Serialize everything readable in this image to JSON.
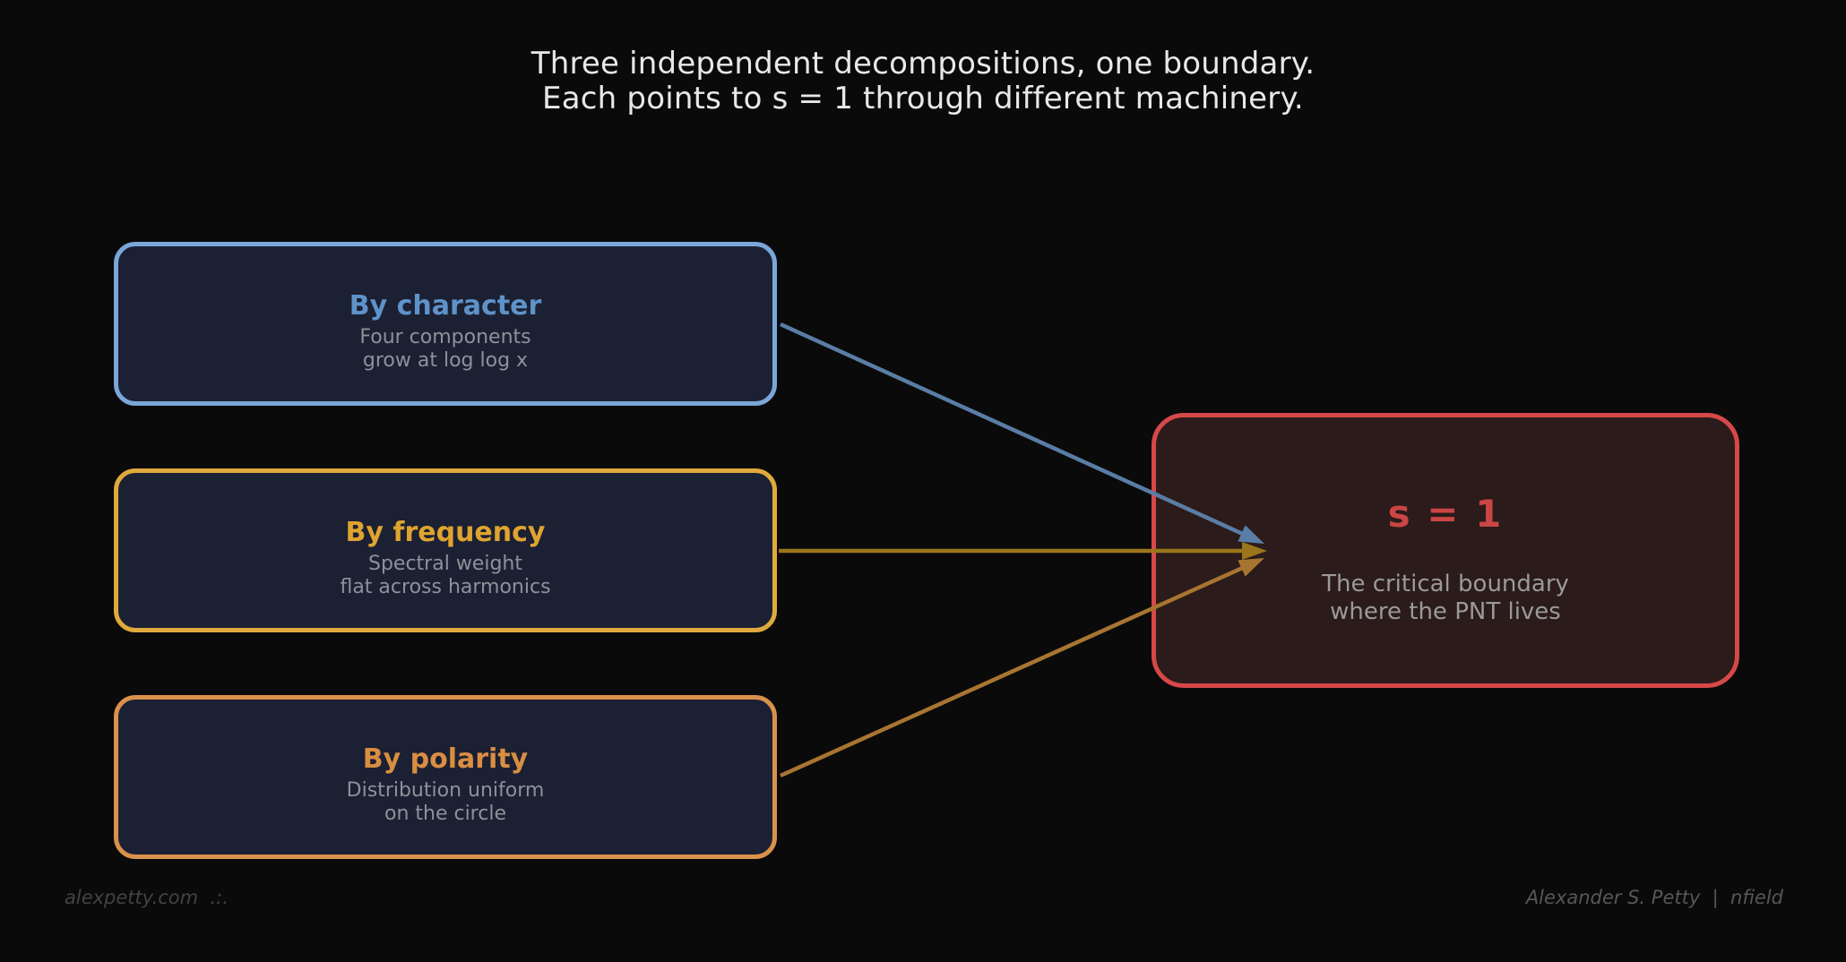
{
  "background": "#0a0a0b",
  "title": {
    "line1": "Three independent decompositions, one boundary.",
    "line2": "Each points to s = 1 through different machinery."
  },
  "nodes": [
    {
      "id": "character",
      "title": "By character",
      "desc_line1": "Four components",
      "desc_line2": "grow at log log x",
      "border_color": "#7aa6d8",
      "title_color": "#5e93c9",
      "fill": "#1c2033"
    },
    {
      "id": "frequency",
      "title": "By frequency",
      "desc_line1": "Spectral weight",
      "desc_line2": "flat across harmonics",
      "border_color": "#e0a93c",
      "title_color": "#dfa42f",
      "fill": "#1c2033"
    },
    {
      "id": "polarity",
      "title": "By polarity",
      "desc_line1": "Distribution uniform",
      "desc_line2": "on the circle",
      "border_color": "#d9914b",
      "title_color": "#d98e41",
      "fill": "#1c2033"
    }
  ],
  "target": {
    "id": "s1",
    "title": "s = 1",
    "desc_line1": "The critical boundary",
    "desc_line2": "where the PNT lives",
    "border_color": "#d74848",
    "title_color": "#ca4545",
    "fill": "#2b1b1a"
  },
  "arrows": [
    {
      "from": "character",
      "to": "s1",
      "color": "#5a7da5"
    },
    {
      "from": "frequency",
      "to": "s1",
      "color": "#9a751c"
    },
    {
      "from": "polarity",
      "to": "s1",
      "color": "#a87531"
    }
  ],
  "footer": {
    "left": "alexpetty.com  .:.",
    "right": "Alexander S. Petty  |  nfield"
  }
}
